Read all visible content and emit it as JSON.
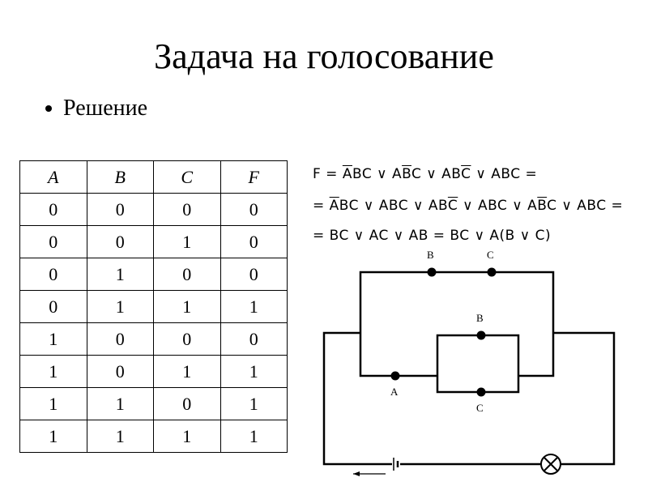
{
  "slide": {
    "title": "Задача на голосование",
    "bullet": "Решение"
  },
  "table": {
    "headers": [
      "A",
      "B",
      "C",
      "F"
    ],
    "rows": [
      [
        "0",
        "0",
        "0",
        "0"
      ],
      [
        "0",
        "0",
        "1",
        "0"
      ],
      [
        "0",
        "1",
        "0",
        "0"
      ],
      [
        "0",
        "1",
        "1",
        "1"
      ],
      [
        "1",
        "0",
        "0",
        "0"
      ],
      [
        "1",
        "0",
        "1",
        "1"
      ],
      [
        "1",
        "1",
        "0",
        "1"
      ],
      [
        "1",
        "1",
        "1",
        "1"
      ]
    ]
  },
  "formula": {
    "line1": [
      {
        "t": "F = ",
        "ov": false
      },
      {
        "t": "A",
        "ov": true
      },
      {
        "t": "BC ∨ A",
        "ov": false
      },
      {
        "t": "B",
        "ov": true
      },
      {
        "t": "C ∨ AB",
        "ov": false
      },
      {
        "t": "C",
        "ov": true
      },
      {
        "t": " ∨ ABC =",
        "ov": false
      }
    ],
    "line2": [
      {
        "t": "= ",
        "ov": false
      },
      {
        "t": "A",
        "ov": true
      },
      {
        "t": "BC ∨ ABC ∨ AB",
        "ov": false
      },
      {
        "t": "C",
        "ov": true
      },
      {
        "t": " ∨ ABC ∨ A",
        "ov": false
      },
      {
        "t": "B",
        "ov": true
      },
      {
        "t": "C ∨ ABC =",
        "ov": false
      }
    ],
    "line3": [
      {
        "t": "= BC ∨ AC ∨ AB = BC ∨ A(B ∨ C)",
        "ov": false
      }
    ]
  },
  "circuit": {
    "labels": {
      "top_b": "B",
      "top_c": "C",
      "mid_b": "B",
      "bottom_c": "C",
      "a": "A"
    },
    "icons": [
      "lamp-icon",
      "battery-icon",
      "arrow-left-icon"
    ]
  }
}
